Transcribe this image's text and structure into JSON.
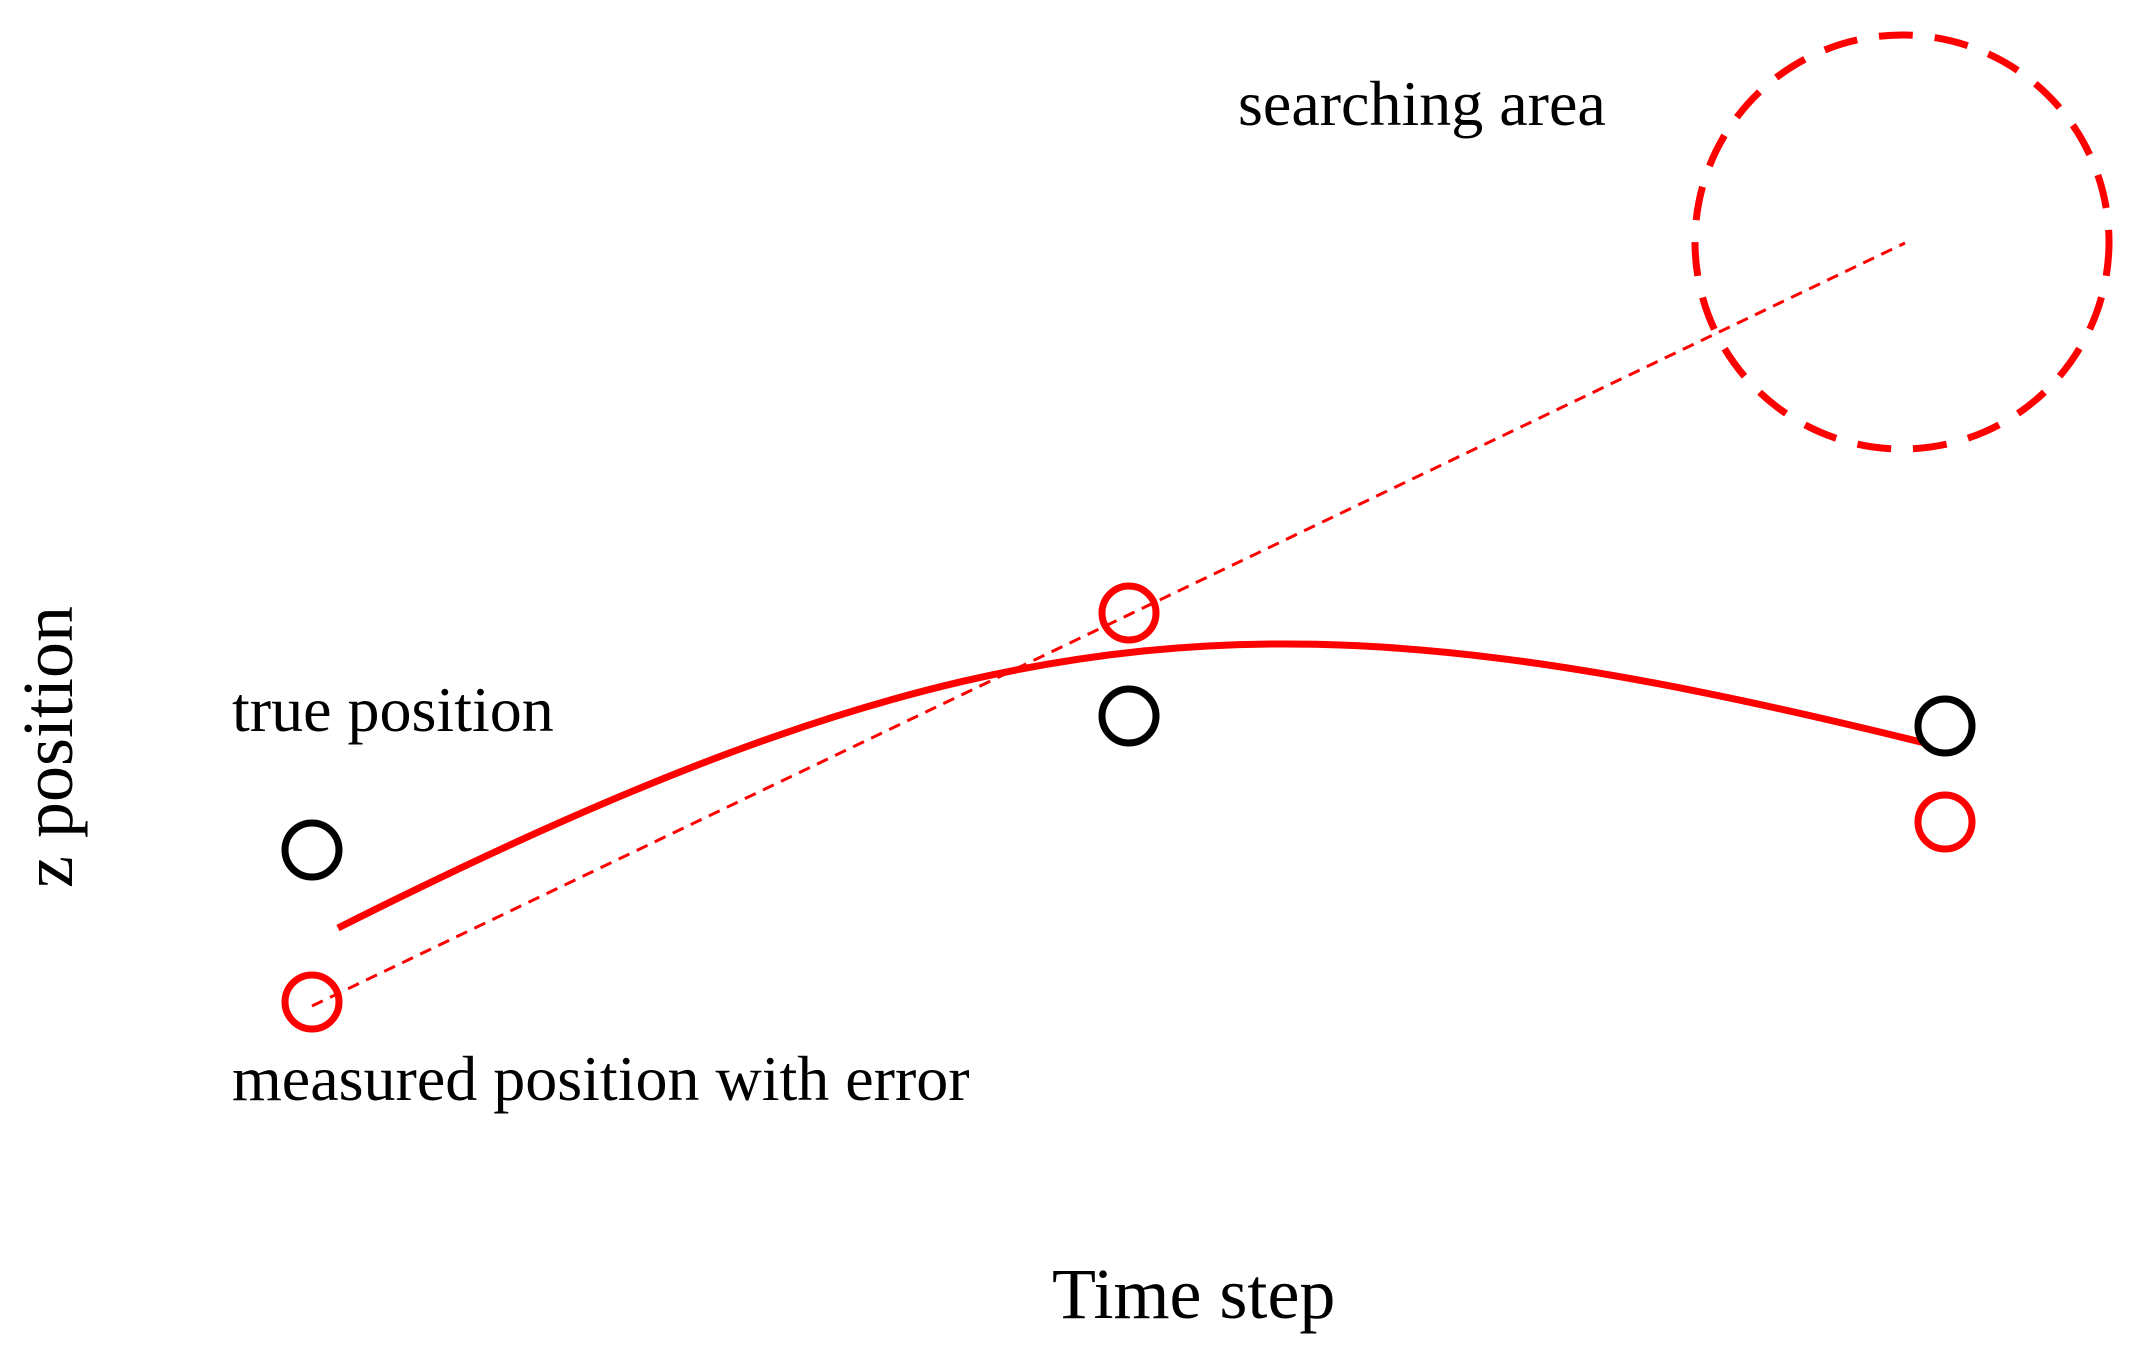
{
  "labels": {
    "searching_area": "searching area",
    "true_position": "true position",
    "measured_position": "measured position with error",
    "x_axis": "Time step",
    "y_axis": "z position"
  },
  "colors": {
    "true_marker": "#000000",
    "measured_marker": "#ff0000",
    "trajectory": "#ff0000",
    "projection": "#ff0000",
    "search_area": "#ff0000",
    "text": "#000000"
  }
}
